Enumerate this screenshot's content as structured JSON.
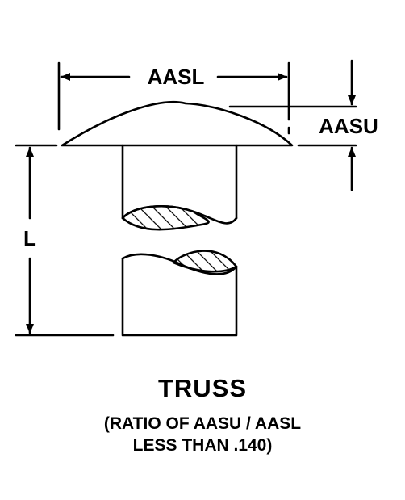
{
  "diagram": {
    "labels": {
      "width": "AASL",
      "height": "AASU",
      "length": "L"
    },
    "title": "TRUSS",
    "note_line1": "(RATIO OF AASU / AASL",
    "note_line2": "LESS THAN .140)"
  },
  "colors": {
    "line": "#000000",
    "background": "#ffffff"
  }
}
